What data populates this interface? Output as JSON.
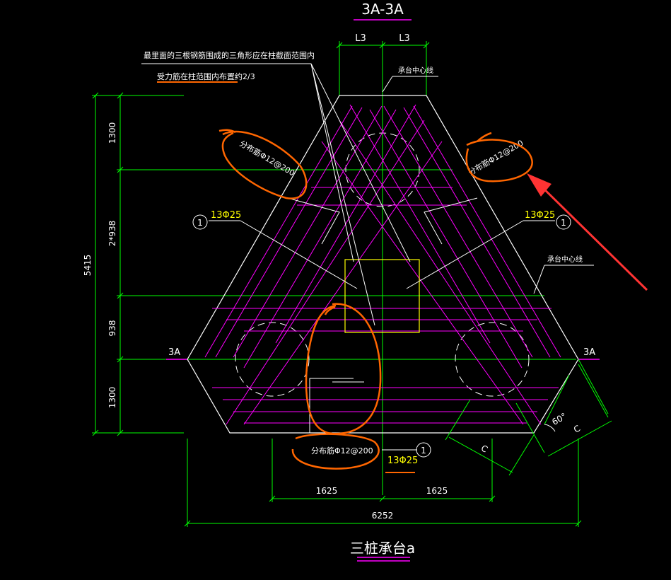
{
  "section_title": "3A-3A",
  "drawing_title": "三桩承台a",
  "dims": {
    "top_left": "L3",
    "top_right": "L3",
    "left_total": "5415",
    "left_1": "1300",
    "left_2": "2*938",
    "left_3": "938",
    "left_4": "1300",
    "bottom_1": "1625",
    "bottom_2": "1625",
    "bottom_total": "6252",
    "side_c1": "C",
    "side_c2": "C",
    "angle": "60°"
  },
  "labels": {
    "note_line1": "最里面的三根钢筋围成的三角形应在柱截面范围内",
    "note_line2": "受力筋在柱范围内布置约2/3",
    "center_line_1": "承台中心线",
    "center_line_2": "承台中心线",
    "dist_left": "分布筋Φ12@200",
    "dist_right": "分布筋Φ12@200",
    "dist_bottom": "分布筋Φ12@200",
    "rebar_left": "13Φ25",
    "rebar_right": "13Φ25",
    "rebar_bottom": "13Φ25",
    "circle_num_left": "1",
    "circle_num_right": "1",
    "circle_num_bottom": "1",
    "sec_left": "3A",
    "sec_right": "3A"
  },
  "colors": {
    "background": "#000000",
    "outline": "#ffffff",
    "rebar": "#ff00ff",
    "dimension": "#00ff00",
    "yellow": "#ffff00",
    "annotation": "#ff6600",
    "arrow": "#ff3333"
  }
}
